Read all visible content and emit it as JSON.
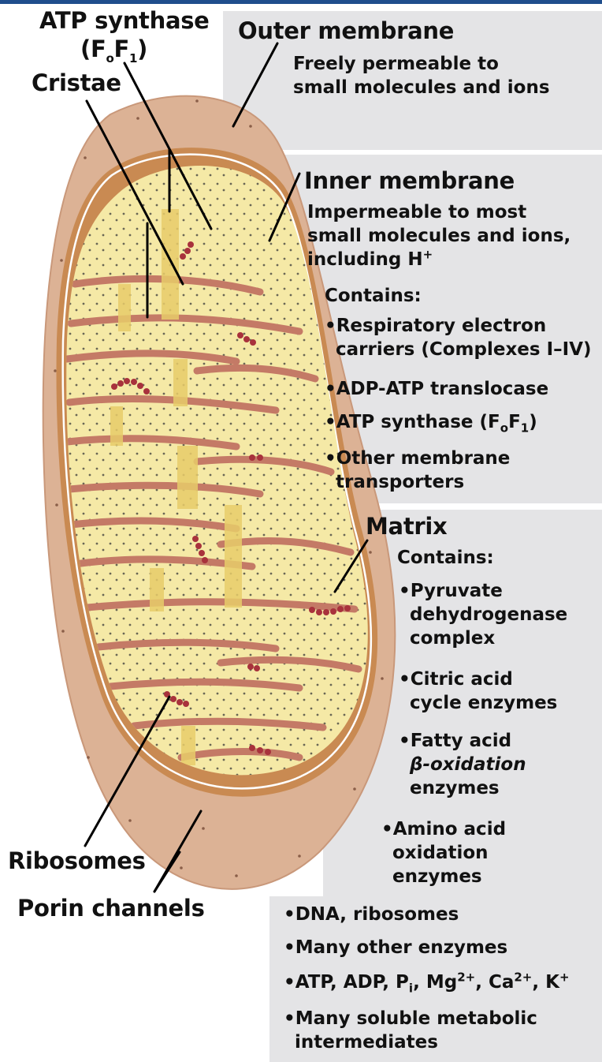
{
  "labels": {
    "atp_synthase": {
      "line1": "ATP synthase",
      "open": "(F",
      "sub1": "o",
      "mid": "F",
      "sub2": "1",
      "close": ")"
    },
    "cristae": "Cristae",
    "ribosomes": "Ribosomes",
    "porin_channels": "Porin channels"
  },
  "outer_membrane": {
    "title": "Outer membrane",
    "description": [
      "Freely permeable to",
      "small molecules and ions"
    ]
  },
  "inner_membrane": {
    "title": "Inner membrane",
    "description": [
      "Impermeable to most",
      "small molecules and ions,"
    ],
    "including": {
      "text": "including H",
      "sup": "+"
    },
    "contains_label": "Contains:",
    "items": [
      {
        "line1": "Respiratory electron",
        "line2": "carriers (Complexes I–IV)"
      },
      {
        "line1": "ADP-ATP translocase"
      },
      {
        "text": "ATP synthase (F",
        "sub1": "o",
        "mid": "F",
        "sub2": "1",
        "close": ")"
      },
      {
        "line1": "Other membrane",
        "line2": "transporters"
      }
    ]
  },
  "matrix": {
    "title": "Matrix",
    "contains_label": "Contains:",
    "items": [
      {
        "lines": [
          "Pyruvate",
          "dehydrogenase",
          "complex"
        ]
      },
      {
        "lines": [
          "Citric acid",
          "cycle enzymes"
        ]
      },
      {
        "lines": [
          "Fatty acid",
          "β-oxidation",
          "enzymes"
        ]
      },
      {
        "lines": [
          "Amino acid",
          "oxidation",
          "enzymes"
        ]
      },
      {
        "lines": [
          "DNA, ribosomes"
        ]
      },
      {
        "lines": [
          "Many other enzymes"
        ]
      },
      {
        "lines": [
          "Many soluble metabolic",
          "intermediates"
        ]
      }
    ],
    "ions_item": {
      "t1": "ATP, ADP, P",
      "s1": "i",
      "t2": ", Mg",
      "p1": "2+",
      "t3": ", Ca",
      "p2": "2+",
      "t4": ", K",
      "p3": "+"
    }
  },
  "bullet": "•",
  "colors": {
    "outer_membrane": "#dcb295",
    "intermembrane": "#c98a52",
    "inner_membrane": "#c47a66",
    "matrix": "#f5e9a6",
    "ribosome": "#a8323c",
    "panel": "#e4e4e6",
    "header_bar": "#1f4e8c"
  }
}
